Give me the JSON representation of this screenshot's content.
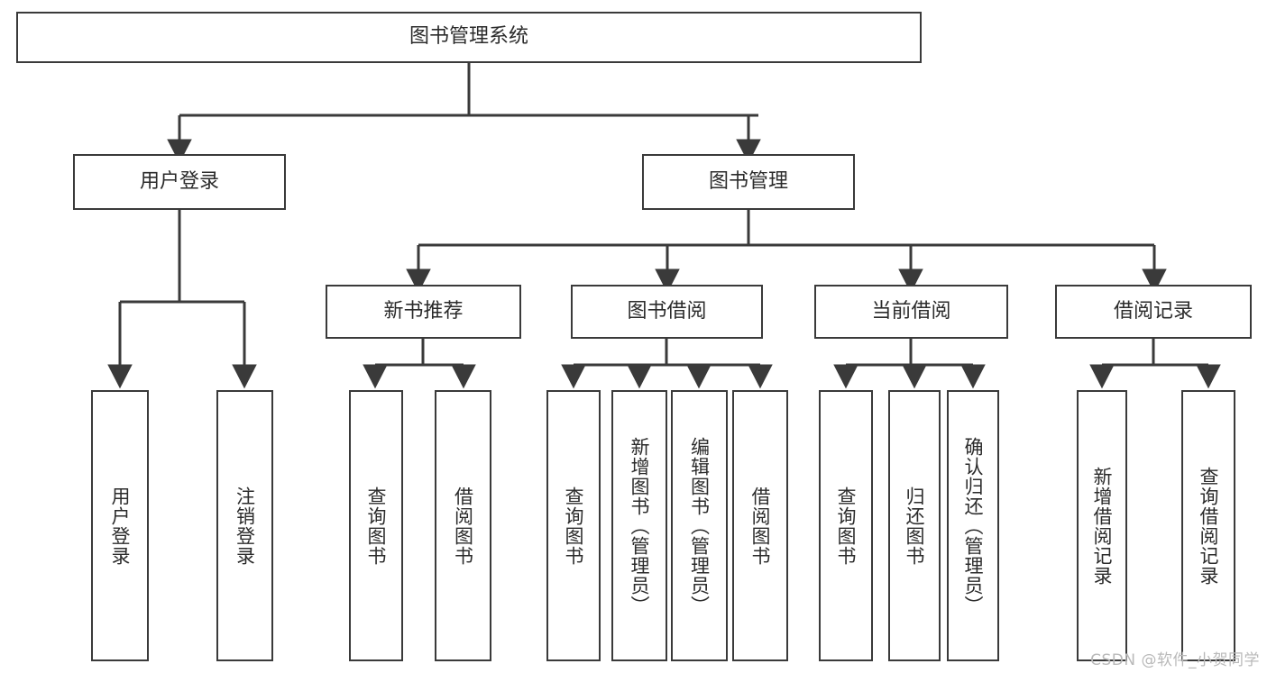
{
  "diagram": {
    "type": "hierarchy-tree",
    "title": "图书管理系统",
    "orientation": "top-down",
    "levels": 4,
    "root": {
      "label": "图书管理系统"
    },
    "level2": [
      {
        "label": "用户登录"
      },
      {
        "label": "图书管理"
      }
    ],
    "level3": [
      {
        "label": "新书推荐"
      },
      {
        "label": "图书借阅"
      },
      {
        "label": "当前借阅"
      },
      {
        "label": "借阅记录"
      }
    ],
    "leaves": [
      {
        "label": "用户登录"
      },
      {
        "label": "注销登录"
      },
      {
        "label": "查询图书"
      },
      {
        "label": "借阅图书"
      },
      {
        "label": "查询图书"
      },
      {
        "label": "新增图书（管理员）"
      },
      {
        "label": "编辑图书（管理员）"
      },
      {
        "label": "借阅图书"
      },
      {
        "label": "查询图书"
      },
      {
        "label": "归还图书"
      },
      {
        "label": "确认归还（管理员）"
      },
      {
        "label": "新增借阅记录"
      },
      {
        "label": "查询借阅记录"
      }
    ]
  },
  "watermark": {
    "text": "CSDN @软件_小贺同学"
  },
  "colors": {
    "border": "#3a3a3a",
    "background": "#ffffff",
    "text": "#2b2b2b",
    "watermark": "#b9b9b9"
  }
}
